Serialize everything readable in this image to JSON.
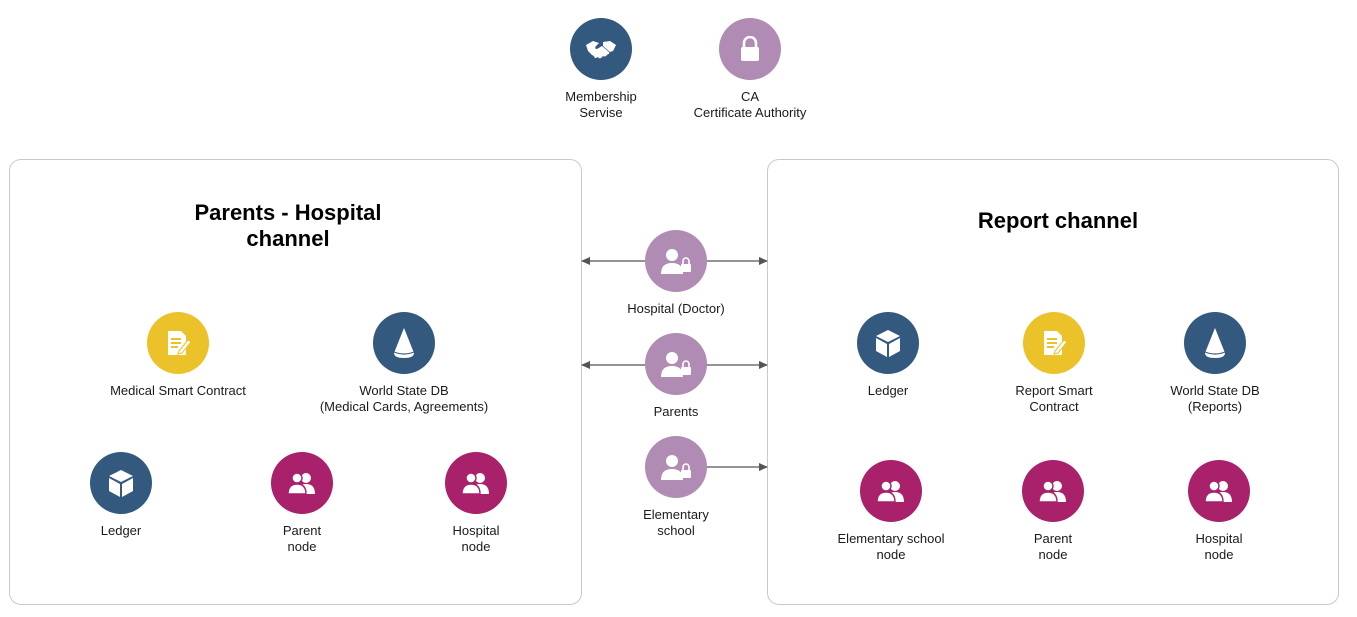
{
  "top": {
    "membership": "Membership\nServise",
    "ca": "CA\nCertificate Authority"
  },
  "left_channel": {
    "title": "Parents - Hospital\nchannel",
    "smart_contract": "Medical Smart Contract",
    "world_state": "World State DB\n(Medical Cards, Agreements)",
    "ledger": "Ledger",
    "parent_node": "Parent\nnode",
    "hospital_node": "Hospital\nnode"
  },
  "right_channel": {
    "title": "Report channel",
    "ledger": "Ledger",
    "smart_contract": "Report Smart\nContract",
    "world_state": "World State DB\n(Reports)",
    "school_node": "Elementary school\nnode",
    "parent_node": "Parent\nnode",
    "hospital_node": "Hospital\nnode"
  },
  "middle": {
    "hospital": "Hospital (Doctor)",
    "parents": "Parents",
    "school": "Elementary\nschool"
  },
  "colors": {
    "navy": "#34597e",
    "lilac": "#b08bb4",
    "yellow": "#ecc22b",
    "magenta": "#a8216a",
    "arrow": "#555555"
  }
}
